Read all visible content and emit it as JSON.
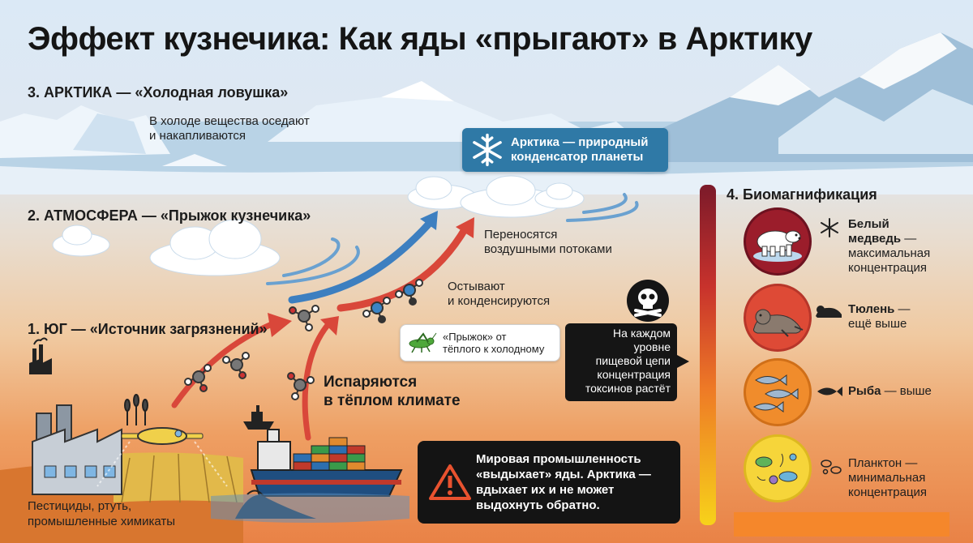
{
  "title": "Эффект кузнечика: Как яды «прыгают» в Арктику",
  "arctic": {
    "heading": "3. АРКТИКА — «Холодная ловушка»",
    "line1": "В холоде вещества оседают",
    "line2": "и накапливаются",
    "badge_line1": "Арктика — природный",
    "badge_line2": "конденсатор планеты"
  },
  "atmosphere": {
    "heading": "2. АТМОСФЕРА — «Прыжок кузнечика»",
    "carried_line1": "Переносятся",
    "carried_line2": "воздушными потоками",
    "cool_line1": "Остывают",
    "cool_line2": "и конденсируются",
    "bubble_line1": "«Прыжок» от",
    "bubble_line2": "тёплого к холодному"
  },
  "south": {
    "heading": "1. ЮГ — «Источник загрязнений»",
    "evap_line1": "Испаряются",
    "evap_line2": "в тёплом климате",
    "sources_line1": "Пестициды, ртуть,",
    "sources_line2": "промышленные химикаты"
  },
  "chain_note": {
    "line1": "На каждом",
    "line2": "уровне",
    "line3": "пищевой цепи",
    "line4": "концентрация",
    "line5": "токсинов растёт"
  },
  "alert": {
    "line1": "Мировая промышленность",
    "line2": "«выдыхает» яды. Арктика —",
    "line3": "вдыхает их и не может",
    "line4": "выдохнуть обратно."
  },
  "biomag": {
    "heading": "4. Биомагнификация",
    "levels": [
      {
        "name": "Белый медведь",
        "name_l1": "Белый",
        "name_l2": "медведь",
        "note_l1": " — максимальная",
        "note_l2": "концентрация",
        "icon": "snowflake-icon"
      },
      {
        "name": "Тюлень",
        "note_l1": " —",
        "note_l2": "ещё выше",
        "icon": "seal-icon"
      },
      {
        "name": "Рыба",
        "note_l1": " — выше",
        "icon": "fish-icon"
      },
      {
        "name": "Планктон",
        "note_l1": " —",
        "note_l2": "минимальная",
        "note_l3": "концентрация",
        "icon": "plankton-icon"
      }
    ]
  },
  "colors": {
    "arctic_badge": "#2f79a6",
    "arrow_red": "#d9473a",
    "arrow_blue": "#3d7fc0",
    "dark_box": "#141414",
    "gradient_top": "#7b1a2a",
    "gradient_bottom": "#f7d21a"
  }
}
